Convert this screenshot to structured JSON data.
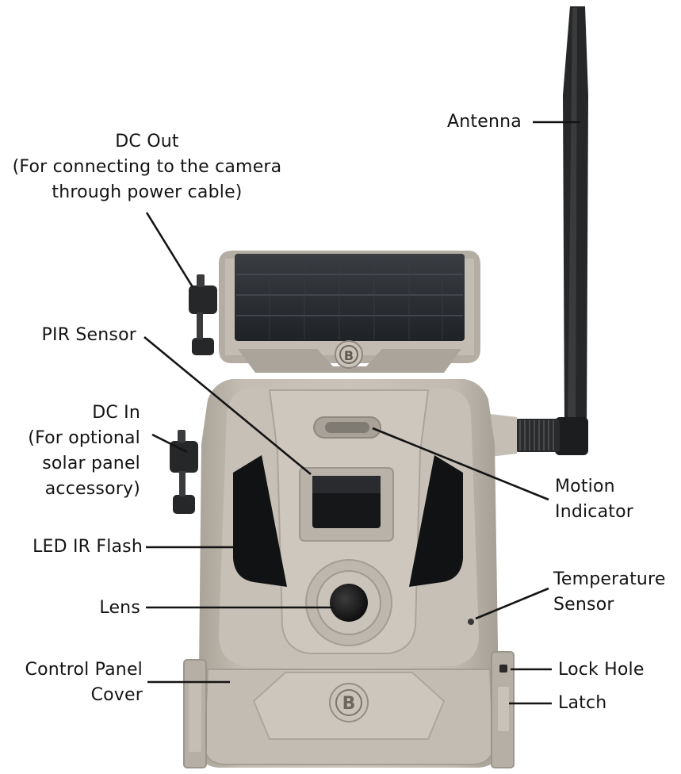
{
  "labels": {
    "antenna": "Antenna",
    "dc_out": [
      "DC Out",
      "(For connecting to the camera",
      "through power cable)"
    ],
    "pir_sensor": "PIR Sensor",
    "dc_in": [
      "DC In",
      "(For optional",
      "solar panel",
      "accessory)"
    ],
    "motion_indicator": [
      "Motion",
      "Indicator"
    ],
    "led_ir_flash": "LED IR Flash",
    "lens": "Lens",
    "temperature_sensor": [
      "Temperature",
      "Sensor"
    ],
    "control_panel_cover": [
      "Control Panel",
      "Cover"
    ],
    "lock_hole": "Lock Hole",
    "latch": "Latch"
  },
  "logo_letter": "B",
  "colors": {
    "body": "#bdb7ad",
    "body_dark": "#a29c91",
    "body_light": "#cec8bf",
    "solar": "#2b2e33",
    "antenna": "#262728",
    "leader": "#141414",
    "text": "#141414"
  }
}
